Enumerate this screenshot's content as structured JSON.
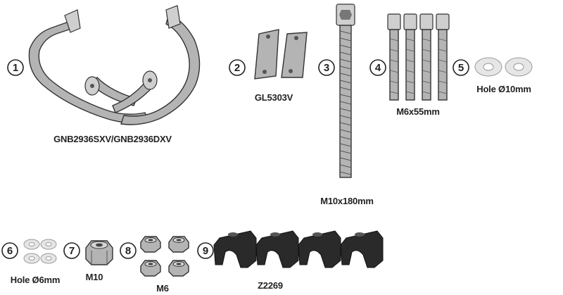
{
  "parts": [
    {
      "number": "1",
      "label": "GNB2936SXV/GNB2936DXV",
      "item": "crash-bars"
    },
    {
      "number": "2",
      "label": "GL5303V",
      "item": "plates"
    },
    {
      "number": "3",
      "label": "M10x180mm",
      "item": "long-bolt"
    },
    {
      "number": "4",
      "label": "M6x55mm",
      "item": "bolts"
    },
    {
      "number": "5",
      "label": "Hole Ø10mm",
      "item": "washers-large"
    },
    {
      "number": "6",
      "label": "Hole Ø6mm",
      "item": "washers-small"
    },
    {
      "number": "7",
      "label": "M10",
      "item": "nut"
    },
    {
      "number": "8",
      "label": "M6",
      "item": "nuts"
    },
    {
      "number": "9",
      "label": "Z2269",
      "item": "clamps"
    }
  ],
  "colors": {
    "metal": "#b4b4b4",
    "outline": "#333333",
    "clamp": "#2a2a2a",
    "washer": "#e6e6e6"
  }
}
